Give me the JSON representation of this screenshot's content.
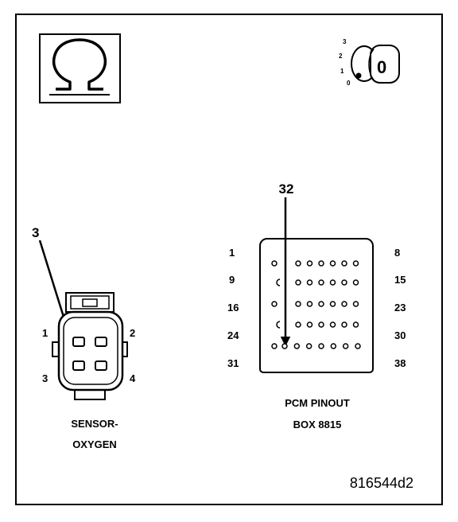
{
  "ohm_symbol": "Ω",
  "ignition": {
    "positions": [
      "3",
      "2",
      "1",
      "0"
    ],
    "key_label": "0",
    "icon": "ignition-key-icon"
  },
  "sensor": {
    "callout_pin": "3",
    "pins": [
      "1",
      "2",
      "3",
      "4"
    ],
    "caption_line1": "SENSOR-",
    "caption_line2": "OXYGEN"
  },
  "pcm": {
    "callout_pin": "32",
    "left_numbers": [
      "1",
      "9",
      "16",
      "24",
      "31"
    ],
    "right_numbers": [
      "8",
      "15",
      "23",
      "30",
      "38"
    ],
    "caption_line1": "PCM PINOUT",
    "caption_line2": "BOX 8815",
    "rows": [
      {
        "left_pin": true,
        "count": 6
      },
      {
        "left_pin": false,
        "count": 6
      },
      {
        "left_pin": true,
        "count": 6
      },
      {
        "left_pin": false,
        "count": 6
      },
      {
        "left_pin": true,
        "count": 7
      }
    ]
  },
  "figure_code": "816544d2",
  "colors": {
    "ink": "#000000",
    "paper": "#ffffff"
  }
}
